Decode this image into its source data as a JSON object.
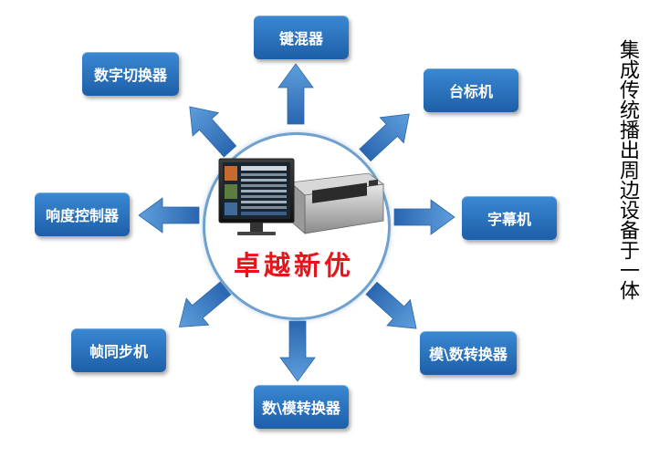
{
  "center": {
    "brand": "卓越新优",
    "icon": "monitor-and-server-icon"
  },
  "nodes": {
    "mixer": "键混器",
    "digital_switcher": "数字切换器",
    "logo_generator": "台标机",
    "loudness_controller": "响度控制器",
    "subtitle_machine": "字幕机",
    "frame_sync": "帧同步机",
    "ad_converter": "模\\数转换器",
    "da_converter": "数\\模转换器"
  },
  "side_text": "集成传统播出周边设备于一体",
  "colors": {
    "box": "#2a73c0",
    "brand": "#e8141b",
    "hub_border": "#6fa1cf"
  }
}
